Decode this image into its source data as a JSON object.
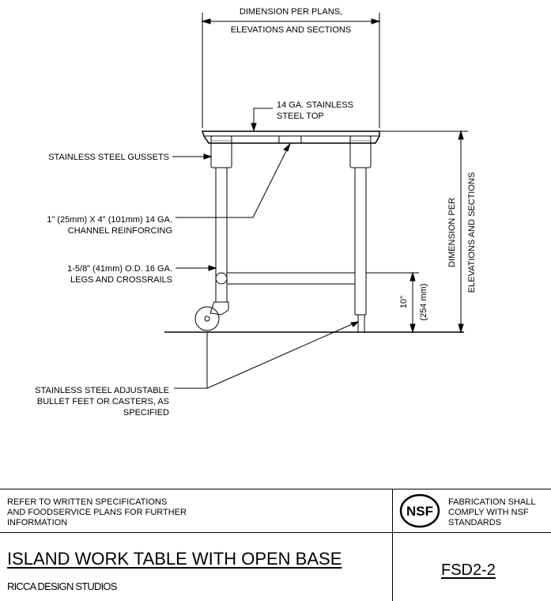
{
  "labels": {
    "dim_top_1": "DIMENSION PER PLANS,",
    "dim_top_2": "ELEVATIONS AND SECTIONS",
    "top_1": "14 GA. STAINLESS",
    "top_2": "STEEL TOP",
    "gussets": "STAINLESS STEEL GUSSETS",
    "channel_1": "1\" (25mm) X 4\" (101mm) 14 GA.",
    "channel_2": "CHANNEL REINFORCING",
    "legs_1": "1-5/8\" (41mm) O.D. 16 GA.",
    "legs_2": "LEGS AND CROSSRAILS",
    "feet_1": "STAINLESS STEEL ADJUSTABLE",
    "feet_2": "BULLET FEET OR CASTERS, AS",
    "feet_3": "SPECIFIED",
    "height_in": "10\"",
    "height_mm": "(254 mm)",
    "dim_side_1": "DIMENSION PER",
    "dim_side_2": "ELEVATIONS AND SECTIONS"
  },
  "notes": {
    "left": "REFER TO WRITTEN SPECIFICATIONS\nAND FOODSERVICE PLANS FOR FURTHER\nINFORMATION",
    "right": "FABRICATION SHALL\nCOMPLY WITH NSF\nSTANDARDS",
    "nsf_logo": "NSF"
  },
  "title_block": {
    "title": "ISLAND WORK TABLE WITH OPEN BASE",
    "firm": "RICCA DESIGN STUDIOS",
    "sheet_code": "FSD2-2"
  }
}
